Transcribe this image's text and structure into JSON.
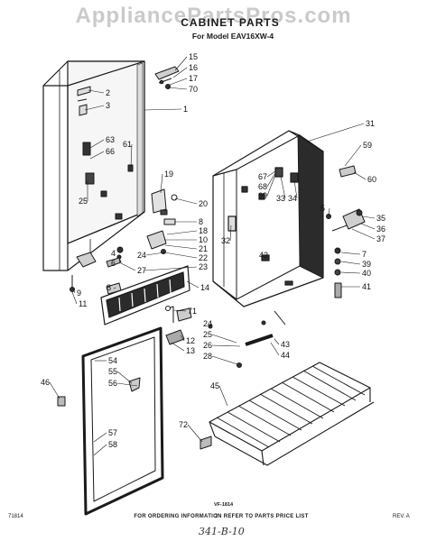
{
  "watermark": "AppliancePartsPros.com",
  "title": "CABINET PARTS",
  "subtitle": "For Model EAV16XW-4",
  "diagram_code": "VF-1814",
  "footer": {
    "ordering_note": "FOR ORDERING INFORMATION REFER TO PARTS PRICE LIST",
    "page_left": "71814",
    "page_number": "2",
    "revision": "REV. A",
    "handwritten": "341-B-10"
  },
  "callouts": [
    {
      "id": "15",
      "label": "15"
    },
    {
      "id": "16",
      "label": "16"
    },
    {
      "id": "17",
      "label": "17"
    },
    {
      "id": "70",
      "label": "70"
    },
    {
      "id": "2",
      "label": "2"
    },
    {
      "id": "3",
      "label": "3"
    },
    {
      "id": "1",
      "label": "1"
    },
    {
      "id": "63",
      "label": "63"
    },
    {
      "id": "66",
      "label": "66"
    },
    {
      "id": "61",
      "label": "61"
    },
    {
      "id": "19",
      "label": "19"
    },
    {
      "id": "25a",
      "label": "25"
    },
    {
      "id": "20",
      "label": "20"
    },
    {
      "id": "8a",
      "label": "8"
    },
    {
      "id": "18",
      "label": "18"
    },
    {
      "id": "10",
      "label": "10"
    },
    {
      "id": "21",
      "label": "21"
    },
    {
      "id": "22",
      "label": "22"
    },
    {
      "id": "23",
      "label": "23"
    },
    {
      "id": "4",
      "label": "4"
    },
    {
      "id": "6",
      "label": "6"
    },
    {
      "id": "27",
      "label": "27"
    },
    {
      "id": "24a",
      "label": "24"
    },
    {
      "id": "14",
      "label": "14"
    },
    {
      "id": "8b",
      "label": "8"
    },
    {
      "id": "9",
      "label": "9"
    },
    {
      "id": "11",
      "label": "11"
    },
    {
      "id": "71",
      "label": "71"
    },
    {
      "id": "12",
      "label": "12"
    },
    {
      "id": "13",
      "label": "13"
    },
    {
      "id": "54",
      "label": "54"
    },
    {
      "id": "55",
      "label": "55"
    },
    {
      "id": "56",
      "label": "56"
    },
    {
      "id": "46",
      "label": "46"
    },
    {
      "id": "57",
      "label": "57"
    },
    {
      "id": "58",
      "label": "58"
    },
    {
      "id": "31",
      "label": "31"
    },
    {
      "id": "59",
      "label": "59"
    },
    {
      "id": "60",
      "label": "60"
    },
    {
      "id": "67",
      "label": "67"
    },
    {
      "id": "68",
      "label": "68"
    },
    {
      "id": "69",
      "label": "69"
    },
    {
      "id": "33",
      "label": "33"
    },
    {
      "id": "34",
      "label": "34"
    },
    {
      "id": "5",
      "label": "5"
    },
    {
      "id": "35",
      "label": "35"
    },
    {
      "id": "36",
      "label": "36"
    },
    {
      "id": "37",
      "label": "37"
    },
    {
      "id": "32",
      "label": "32"
    },
    {
      "id": "7",
      "label": "7"
    },
    {
      "id": "39",
      "label": "39"
    },
    {
      "id": "40",
      "label": "40"
    },
    {
      "id": "41",
      "label": "41"
    },
    {
      "id": "42",
      "label": "42"
    },
    {
      "id": "24b",
      "label": "24"
    },
    {
      "id": "25b",
      "label": "25"
    },
    {
      "id": "26",
      "label": "26"
    },
    {
      "id": "28",
      "label": "28"
    },
    {
      "id": "43",
      "label": "43"
    },
    {
      "id": "44",
      "label": "44"
    },
    {
      "id": "45",
      "label": "45"
    },
    {
      "id": "72",
      "label": "72"
    }
  ]
}
